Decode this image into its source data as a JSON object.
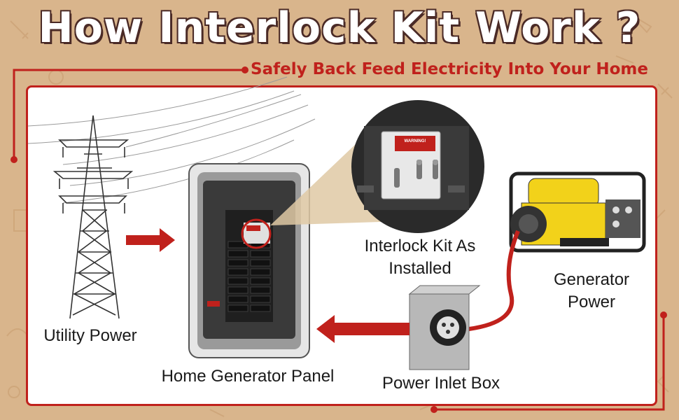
{
  "title": "How Interlock Kit Work ?",
  "subtitle": "Safely Back Feed Electricity Into Your Home",
  "labels": {
    "utility_power": "Utility Power",
    "home_generator_panel": "Home Generator Panel",
    "interlock_kit_line1": "Interlock Kit As",
    "interlock_kit_line2": "Installed",
    "generator_power_line1": "Generator",
    "generator_power_line2": "Power",
    "power_inlet_box": "Power Inlet Box"
  },
  "warning_sticker": "WARNING!",
  "colors": {
    "background": "#d9b58c",
    "accent_red": "#c0211c",
    "title_outline": "#4a2a26",
    "generator_yellow": "#f2d21a"
  }
}
